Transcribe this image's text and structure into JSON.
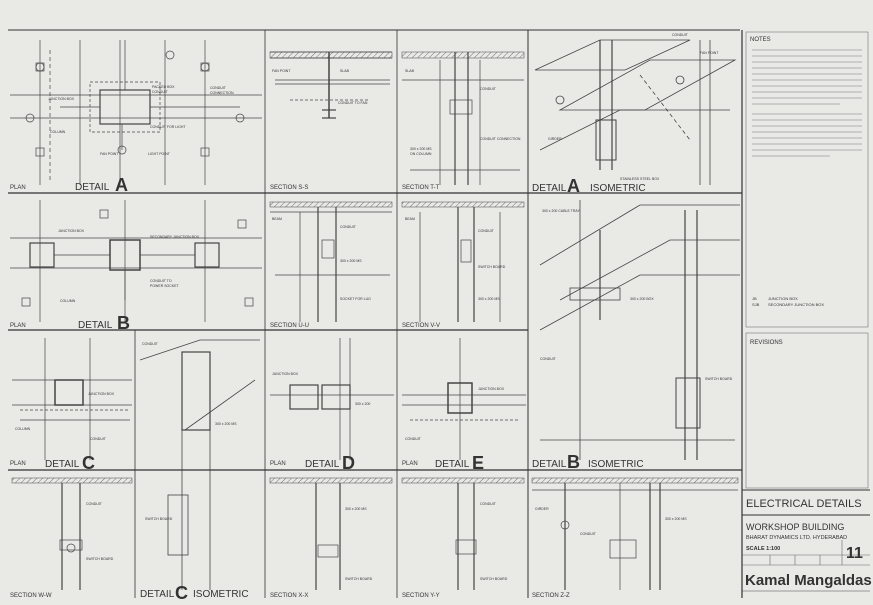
{
  "panels": {
    "detail_a": {
      "kind": "PLAN",
      "word": "DETAIL",
      "letter": "A"
    },
    "section_ss": {
      "label": "SECTION S-S"
    },
    "section_tt": {
      "label": "SECTION T-T"
    },
    "detail_a_iso": {
      "word": "DETAIL",
      "letter": "A",
      "kind": "ISOMETRIC"
    },
    "detail_b": {
      "kind": "PLAN",
      "word": "DETAIL",
      "letter": "B"
    },
    "section_uu": {
      "label": "SECTION U-U"
    },
    "section_vv": {
      "label": "SECTION V-V"
    },
    "detail_b_iso": {
      "word": "DETAIL",
      "letter": "B",
      "kind": "ISOMETRIC"
    },
    "detail_c": {
      "kind": "PLAN",
      "word": "DETAIL",
      "letter": "C"
    },
    "detail_d": {
      "kind": "PLAN",
      "word": "DETAIL",
      "letter": "D"
    },
    "detail_e": {
      "kind": "PLAN",
      "word": "DETAIL",
      "letter": "E"
    },
    "section_ww": {
      "label": "SECTION W-W"
    },
    "detail_c_iso": {
      "word": "DETAIL",
      "letter": "C",
      "kind": "ISOMETRIC"
    },
    "section_xx": {
      "label": "SECTION X-X"
    },
    "section_yy": {
      "label": "SECTION Y-Y"
    },
    "section_zz": {
      "label": "SECTION Z-Z"
    }
  },
  "notes": {
    "heading": "NOTES",
    "legend": [
      {
        "key": "JB",
        "text": "JUNCTION BOX"
      },
      {
        "key": "SJB",
        "text": "SECONDARY JUNCTION BOX"
      }
    ]
  },
  "revisions": {
    "heading": "REVISIONS"
  },
  "title_block": {
    "drawing_title": "ELECTRICAL DETAILS",
    "project": "WORKSHOP BUILDING",
    "client": "BHARAT DYNAMICS LTD. HYDERABAD",
    "scale": "SCALE 1:100",
    "drawing_no": "11",
    "firm": "Kamal Mangaldas"
  },
  "colors": {
    "paper": "#e9e9e6",
    "ink": "#2b2b2b"
  }
}
